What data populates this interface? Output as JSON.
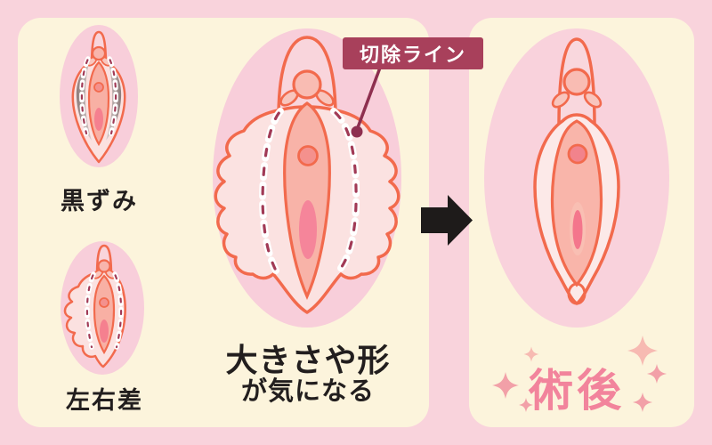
{
  "diagram_title_implicit": "labiaplasty before and after illustration",
  "colors": {
    "page_background": "#F9D3DC",
    "panel_background": "#FCF4DC",
    "illustration_ellipse": "#F8CEDA",
    "outline_orange": "#F26A4D",
    "skin_light_pink": "#FBE2E1",
    "skin_salmon": "#F8B3A8",
    "opening_pink": "#F5808F",
    "darkening_gray": "#8C7B7A",
    "excision_box_maroon": "#A8405B",
    "excision_dash_maroon": "#A13A56",
    "pointer_maroon": "#8E2F4F",
    "arrow_black": "#1E1B1A",
    "label_text_black": "#221E1E",
    "after_text_pink": "#F2849C",
    "sparkle_pink": "#F2A0A8",
    "sparkle_salmon": "#F7BAB2"
  },
  "before_panel": {
    "concerns": [
      {
        "label": "黒ずみ"
      },
      {
        "label": "左右差"
      }
    ],
    "caption": {
      "line1": "大きさや形",
      "line2": "が気になる"
    },
    "excision_line_label": "切除ライン"
  },
  "after_panel": {
    "label": "術後"
  },
  "icons": {
    "arrow": "right-arrow-icon",
    "sparkle": "sparkle-icon",
    "pointer_dot": "callout-pointer-dot"
  }
}
